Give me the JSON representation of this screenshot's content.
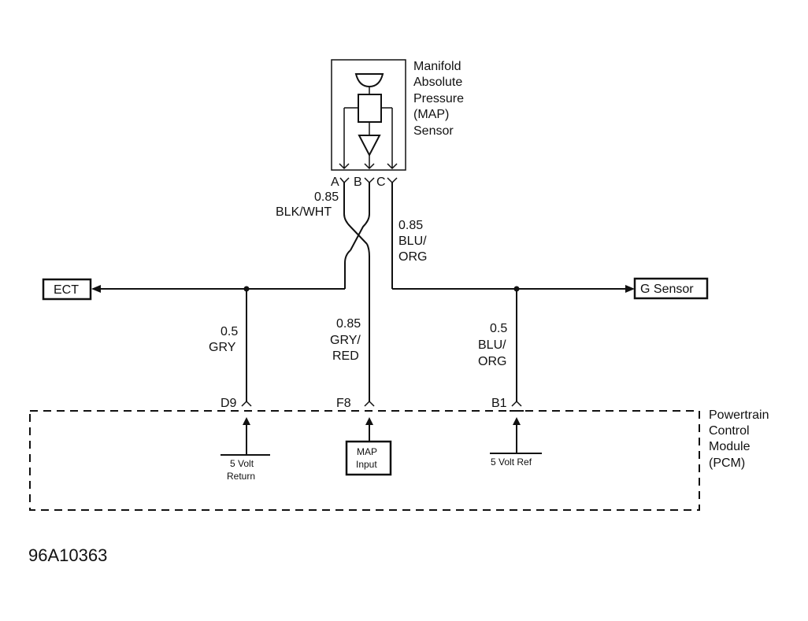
{
  "sensor": {
    "label_lines": [
      "Manifold",
      "Absolute",
      "Pressure",
      "(MAP)",
      "Sensor"
    ],
    "pins": [
      "A",
      "B",
      "C"
    ]
  },
  "wires": {
    "pin_a": {
      "gauge": "0.85",
      "color": "BLK/WHT"
    },
    "pin_c": {
      "gauge": "0.85",
      "color_lines": [
        "BLU/",
        "ORG"
      ]
    },
    "d9": {
      "gauge": "0.5",
      "color": "GRY"
    },
    "f8": {
      "gauge": "0.85",
      "color_lines": [
        "GRY/",
        "RED"
      ]
    },
    "b1": {
      "gauge": "0.5",
      "color_lines": [
        "BLU/",
        "ORG"
      ]
    }
  },
  "connectors": {
    "ect": "ECT",
    "g_sensor": "G Sensor"
  },
  "pcm": {
    "label_lines": [
      "Powertrain",
      "Control",
      "Module",
      "(PCM)"
    ],
    "terminals": [
      "D9",
      "F8",
      "B1"
    ],
    "ground_left": [
      "5 Volt",
      "Return"
    ],
    "map_input": [
      "MAP",
      "Input"
    ],
    "ref_right": "5 Volt Ref"
  },
  "figure_id": "96A10363"
}
